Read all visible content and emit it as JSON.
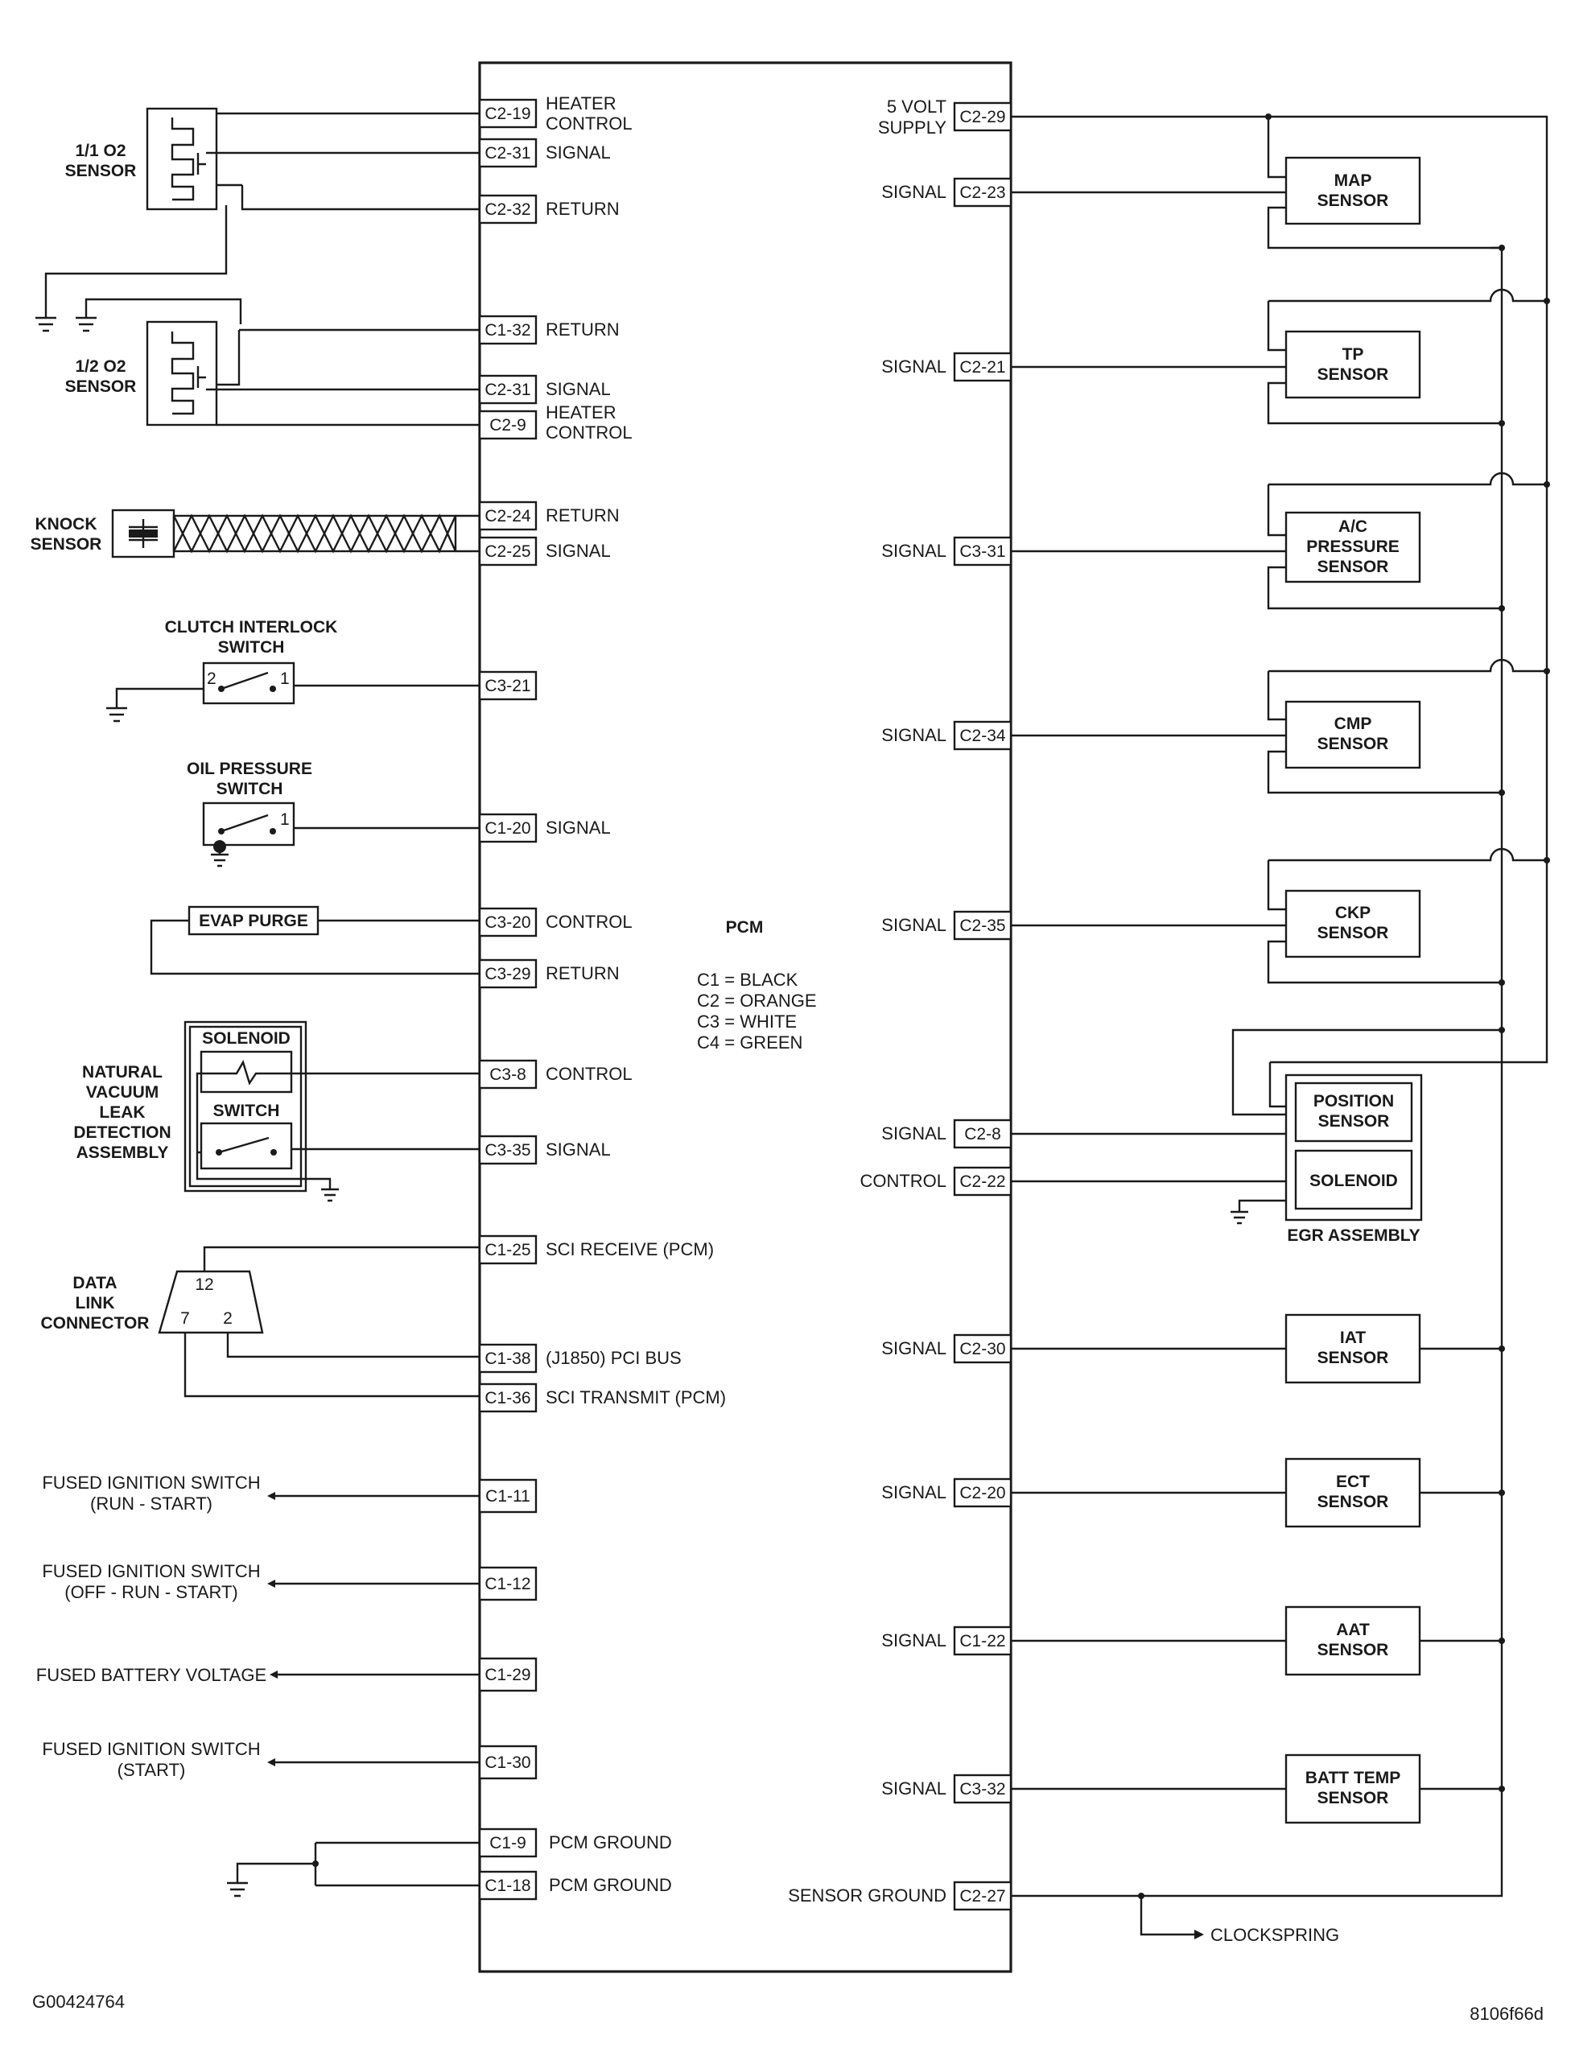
{
  "pcm": {
    "title": "PCM",
    "legend": [
      "C1 = BLACK",
      "C2 = ORANGE",
      "C3 = WHITE",
      "C4 = GREEN"
    ]
  },
  "left": {
    "o2_1": {
      "name": [
        "1/1 O2",
        "SENSOR"
      ],
      "pins": [
        {
          "pin": "C2-19",
          "label": [
            "HEATER",
            "CONTROL"
          ]
        },
        {
          "pin": "C2-31",
          "label": [
            "SIGNAL"
          ]
        },
        {
          "pin": "C2-32",
          "label": [
            "RETURN"
          ]
        }
      ]
    },
    "o2_2": {
      "name": [
        "1/2 O2",
        "SENSOR"
      ],
      "pins": [
        {
          "pin": "C1-32",
          "label": [
            "RETURN"
          ]
        },
        {
          "pin": "C2-31",
          "label": [
            "SIGNAL"
          ]
        },
        {
          "pin": "C2-9",
          "label": [
            "HEATER",
            "CONTROL"
          ]
        }
      ]
    },
    "knock": {
      "name": [
        "KNOCK",
        "SENSOR"
      ],
      "pins": [
        {
          "pin": "C2-24",
          "label": [
            "RETURN"
          ]
        },
        {
          "pin": "C2-25",
          "label": [
            "SIGNAL"
          ]
        }
      ]
    },
    "clutch": {
      "name": [
        "CLUTCH INTERLOCK",
        "SWITCH"
      ],
      "terminals": [
        "2",
        "1"
      ],
      "pins": [
        {
          "pin": "C3-21",
          "label": []
        }
      ]
    },
    "oil": {
      "name": [
        "OIL PRESSURE",
        "SWITCH"
      ],
      "terminals": [
        "1"
      ],
      "pins": [
        {
          "pin": "C1-20",
          "label": [
            "SIGNAL"
          ]
        }
      ]
    },
    "evap": {
      "name": "EVAP PURGE",
      "pins": [
        {
          "pin": "C3-20",
          "label": [
            "CONTROL"
          ]
        },
        {
          "pin": "C3-29",
          "label": [
            "RETURN"
          ]
        }
      ]
    },
    "nvld": {
      "name": [
        "NATURAL",
        "VACUUM",
        "LEAK",
        "DETECTION",
        "ASSEMBLY"
      ],
      "solenoid": "SOLENOID",
      "switch": "SWITCH",
      "pins": [
        {
          "pin": "C3-8",
          "label": [
            "CONTROL"
          ]
        },
        {
          "pin": "C3-35",
          "label": [
            "SIGNAL"
          ]
        }
      ]
    },
    "dlc": {
      "name": [
        "DATA",
        "LINK",
        "CONNECTOR"
      ],
      "terminals": [
        "12",
        "7",
        "2"
      ],
      "pins": [
        {
          "pin": "C1-25",
          "label": [
            "SCI RECEIVE (PCM)"
          ]
        },
        {
          "pin": "C1-38",
          "label": [
            "(J1850) PCI BUS"
          ]
        },
        {
          "pin": "C1-36",
          "label": [
            "SCI TRANSMIT (PCM)"
          ]
        }
      ]
    },
    "power": [
      {
        "name": [
          "FUSED IGNITION SWITCH",
          "(RUN - START)"
        ],
        "pin": "C1-11"
      },
      {
        "name": [
          "FUSED IGNITION SWITCH",
          "(OFF - RUN - START)"
        ],
        "pin": "C1-12"
      },
      {
        "name": [
          "FUSED BATTERY VOLTAGE"
        ],
        "pin": "C1-29"
      },
      {
        "name": [
          "FUSED IGNITION SWITCH",
          "(START)"
        ],
        "pin": "C1-30"
      }
    ],
    "grounds": [
      {
        "pin": "C1-9",
        "label": [
          "PCM GROUND"
        ]
      },
      {
        "pin": "C1-18",
        "label": [
          "PCM GROUND"
        ]
      }
    ]
  },
  "right": {
    "supply": {
      "pin": "C2-29",
      "label": [
        "5 VOLT",
        "SUPPLY"
      ]
    },
    "sensors": [
      {
        "pin": "C2-23",
        "label": "SIGNAL",
        "name": [
          "MAP",
          "SENSOR"
        ]
      },
      {
        "pin": "C2-21",
        "label": "SIGNAL",
        "name": [
          "TP",
          "SENSOR"
        ]
      },
      {
        "pin": "C3-31",
        "label": "SIGNAL",
        "name": [
          "A/C",
          "PRESSURE",
          "SENSOR"
        ]
      },
      {
        "pin": "C2-34",
        "label": "SIGNAL",
        "name": [
          "CMP",
          "SENSOR"
        ]
      },
      {
        "pin": "C2-35",
        "label": "SIGNAL",
        "name": [
          "CKP",
          "SENSOR"
        ]
      }
    ],
    "egr": {
      "name": "EGR ASSEMBLY",
      "position": [
        "POSITION",
        "SENSOR"
      ],
      "solenoid": "SOLENOID",
      "pins": [
        {
          "pin": "C2-8",
          "label": "SIGNAL"
        },
        {
          "pin": "C2-22",
          "label": "CONTROL"
        }
      ]
    },
    "temps": [
      {
        "pin": "C2-30",
        "label": "SIGNAL",
        "name": [
          "IAT",
          "SENSOR"
        ]
      },
      {
        "pin": "C2-20",
        "label": "SIGNAL",
        "name": [
          "ECT",
          "SENSOR"
        ]
      },
      {
        "pin": "C1-22",
        "label": "SIGNAL",
        "name": [
          "AAT",
          "SENSOR"
        ]
      },
      {
        "pin": "C3-32",
        "label": "SIGNAL",
        "name": [
          "BATT TEMP",
          "SENSOR"
        ]
      }
    ],
    "sensor_ground": {
      "pin": "C2-27",
      "label": "SENSOR GROUND",
      "clockspring": "CLOCKSPRING"
    }
  },
  "footer": {
    "left": "G00424764",
    "right": "8106f66d"
  }
}
